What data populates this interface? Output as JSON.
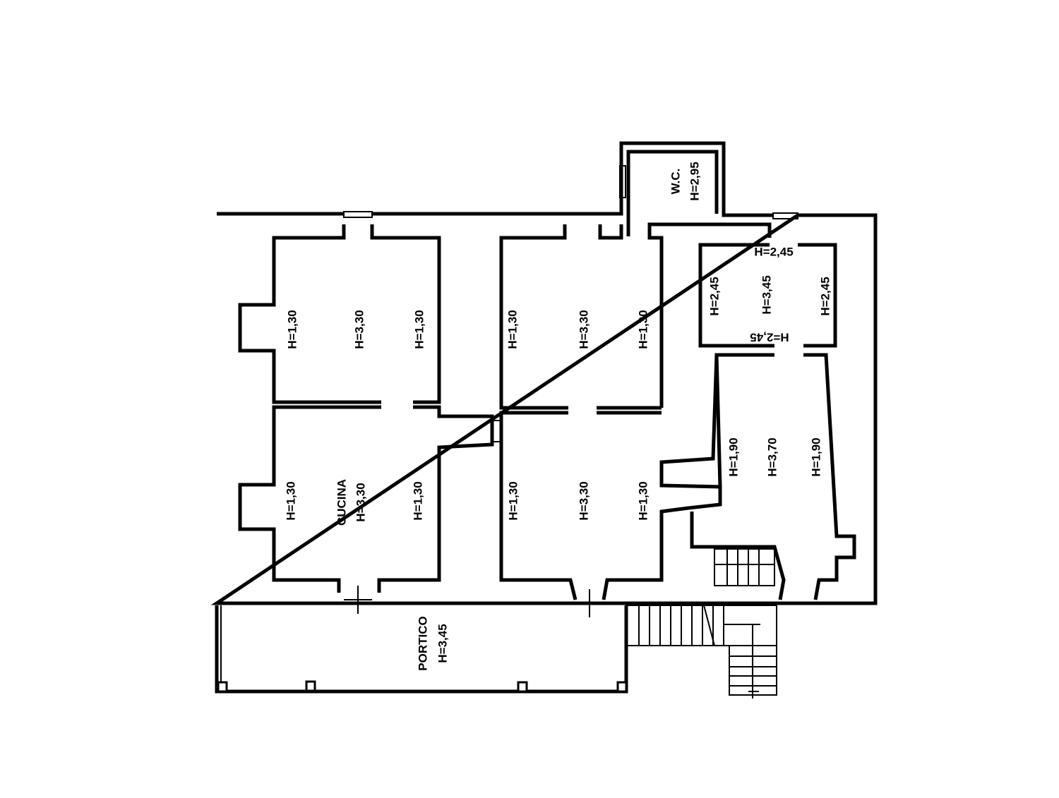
{
  "plan": {
    "wc": {
      "name": "W.C.",
      "height": "H=2,95"
    },
    "portico": {
      "name": "PORTICO",
      "height": "H=3,45"
    },
    "room_top_left": {
      "left": "H=1,30",
      "center": "H=3,30",
      "right": "H=1,30"
    },
    "room_top_middle": {
      "left": "H=1,30",
      "center": "H=3,30",
      "right": "H=1,30"
    },
    "cucina": {
      "name": "CUCINA",
      "left": "H=1,30",
      "center": "H=3,30",
      "right": "H=1,30"
    },
    "room_bottom_middle": {
      "left": "H=1,30",
      "center": "H=3,30",
      "right": "H=1,30"
    },
    "room_small_right": {
      "top": "H=2,45",
      "left": "H=2,45",
      "center": "H=3,45",
      "right": "H=2,45",
      "bottom": "H=2,45"
    },
    "room_large_right": {
      "left": "H=1,90",
      "center": "H=3,70",
      "right": "H=1,90"
    }
  }
}
